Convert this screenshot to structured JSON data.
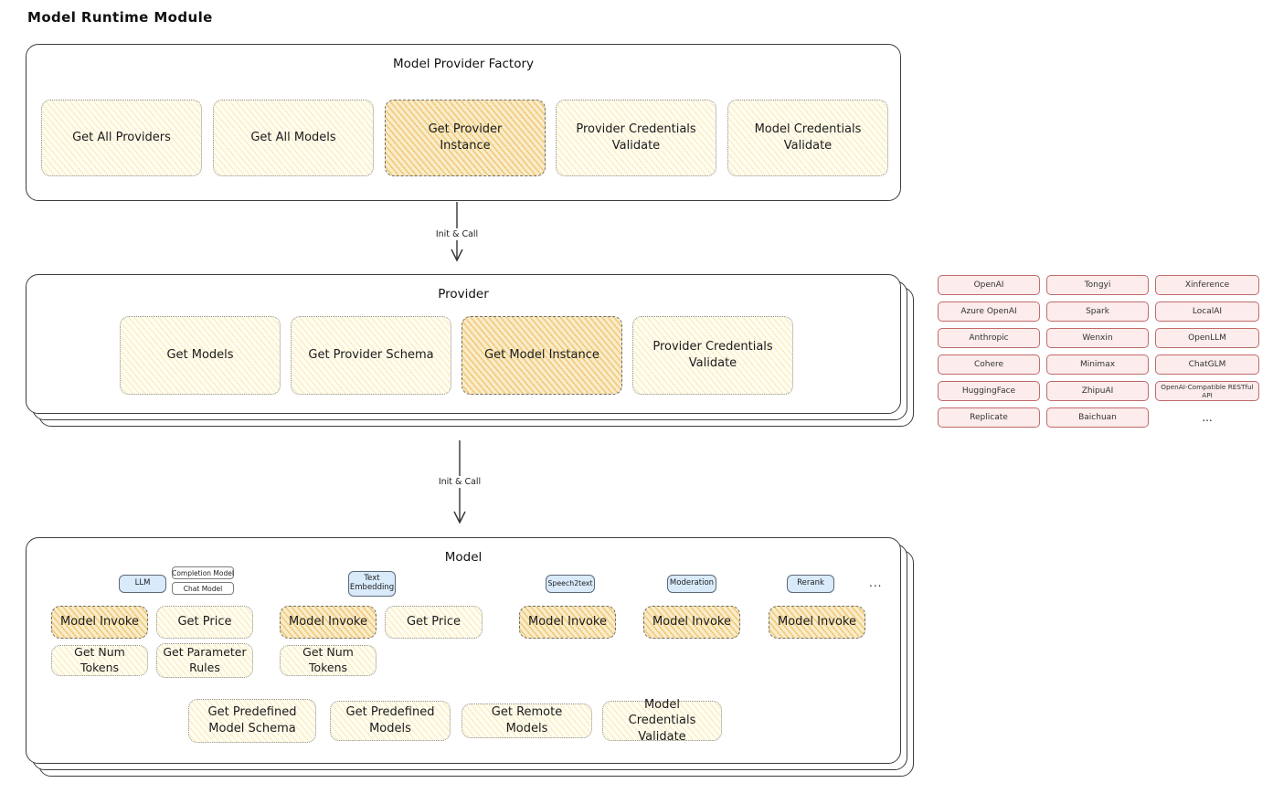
{
  "diagram": {
    "title": "Model Runtime Module"
  },
  "arrows": {
    "init_call_1": "Init & Call",
    "init_call_2": "Init & Call"
  },
  "colors": {
    "node_yellow": "#fffcf0",
    "node_orange_highlight": "#faecca",
    "tag_blue": "#d9eafb",
    "provider_pink": "#fcecec"
  },
  "factory": {
    "title": "Model Provider Factory",
    "get_all_providers": "Get All Providers",
    "get_all_models": "Get All Models",
    "get_provider_instance": "Get Provider Instance",
    "provider_credentials_validate": "Provider Credentials Validate",
    "model_credentials_validate": "Model Credentials Validate"
  },
  "provider": {
    "title": "Provider",
    "get_models": "Get Models",
    "get_provider_schema": "Get Provider Schema",
    "get_model_instance": "Get Model Instance",
    "provider_credentials_validate": "Provider Credentials Validate"
  },
  "providers": {
    "items": [
      "OpenAI",
      "Tongyi",
      "Xinference",
      "Azure OpenAI",
      "Spark",
      "LocalAI",
      "Anthropic",
      "Wenxin",
      "OpenLLM",
      "Cohere",
      "Minimax",
      "ChatGLM",
      "HuggingFace",
      "ZhipuAI",
      "OpenAI-Compatible RESTful API",
      "Replicate",
      "Baichuan"
    ],
    "more": "..."
  },
  "model": {
    "title": "Model",
    "tags": {
      "llm": "LLM",
      "completion_model": "Completion Model",
      "chat_model": "Chat Model",
      "text_embedding": "Text Embedding",
      "speech2text": "Speech2text",
      "moderation": "Moderation",
      "rerank": "Rerank",
      "more": "..."
    },
    "llm": {
      "model_invoke": "Model Invoke",
      "get_price": "Get Price",
      "get_num_tokens": "Get Num Tokens",
      "get_parameter_rules": "Get Parameter Rules"
    },
    "text_embedding": {
      "model_invoke": "Model Invoke",
      "get_price": "Get Price",
      "get_num_tokens": "Get Num Tokens"
    },
    "speech2text": {
      "model_invoke": "Model Invoke"
    },
    "moderation": {
      "model_invoke": "Model Invoke"
    },
    "rerank": {
      "model_invoke": "Model Invoke"
    },
    "common": {
      "get_predefined_model_schema": "Get Predefined Model Schema",
      "get_predefined_models": "Get Predefined Models",
      "get_remote_models": "Get Remote Models",
      "model_credentials_validate": "Model Credentials Validate"
    }
  }
}
